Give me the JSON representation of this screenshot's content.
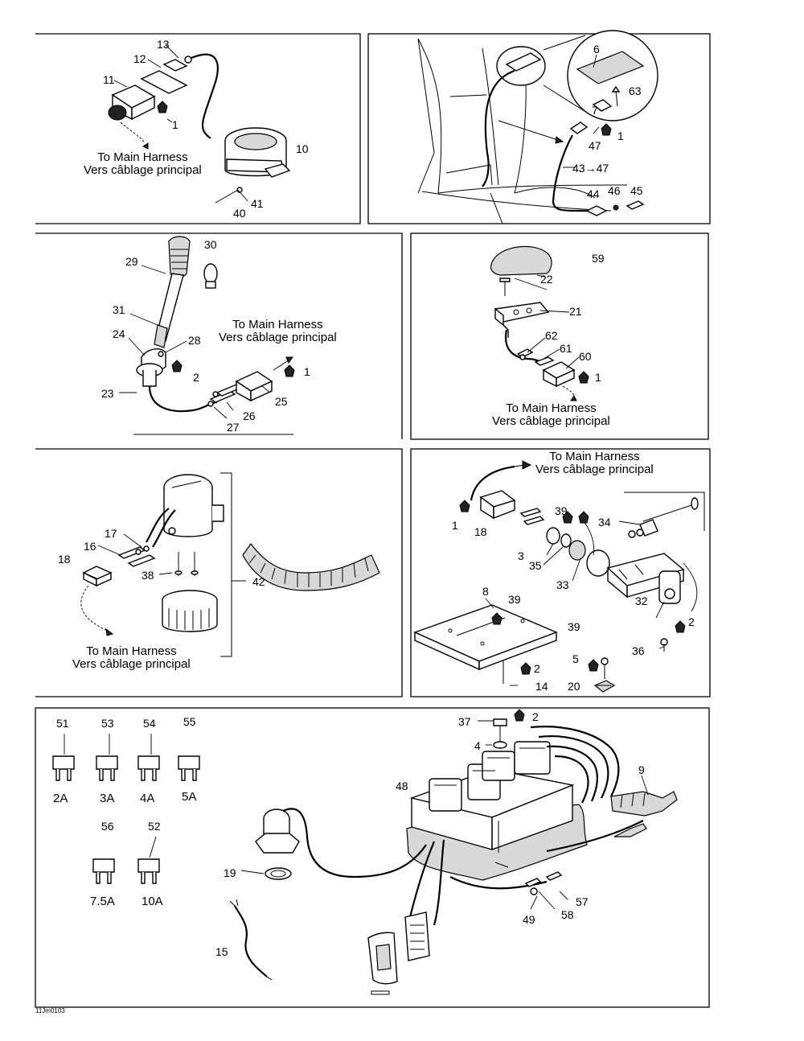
{
  "panels": {
    "p1": {
      "harness": [
        "To Main Harness",
        "Vers câblage principal"
      ],
      "callouts": [
        "13",
        "12",
        "11",
        "1",
        "10",
        "41",
        "40"
      ]
    },
    "p2": {
      "callouts": [
        "6",
        "63",
        "7",
        "1",
        "47",
        "43→47",
        "44",
        "46",
        "45"
      ]
    },
    "p3": {
      "harness": [
        "To Main Harness",
        "Vers câblage principal"
      ],
      "callouts": [
        "30",
        "29",
        "31",
        "24",
        "28",
        "2",
        "1",
        "23",
        "25",
        "26",
        "27"
      ]
    },
    "p4": {
      "harness": [
        "To Main Harness",
        "Vers câblage principal"
      ],
      "callouts": [
        "59",
        "22",
        "21",
        "62",
        "61",
        "60",
        "1"
      ]
    },
    "p5": {
      "harness": [
        "To Main Harness",
        "Vers câblage principal"
      ],
      "callouts": [
        "17",
        "16",
        "18",
        "38",
        "42"
      ]
    },
    "p6": {
      "harness": [
        "To Main Harness",
        "Vers câblage principal"
      ],
      "callouts": [
        "1",
        "18",
        "39",
        "34",
        "3",
        "35",
        "33",
        "8",
        "39",
        "32",
        "2",
        "39",
        "5",
        "36",
        "2",
        "14",
        "20"
      ]
    },
    "p7": {
      "fuse_numbers": [
        "51",
        "53",
        "54",
        "55",
        "56",
        "52"
      ],
      "fuse_ratings": [
        "2A",
        "3A",
        "4A",
        "5A",
        "7.5A",
        "10A"
      ],
      "callouts": [
        "37",
        "2",
        "4",
        "48",
        "9",
        "19",
        "57",
        "49",
        "58",
        "15"
      ]
    }
  },
  "drawing_code": "11Jm0103"
}
